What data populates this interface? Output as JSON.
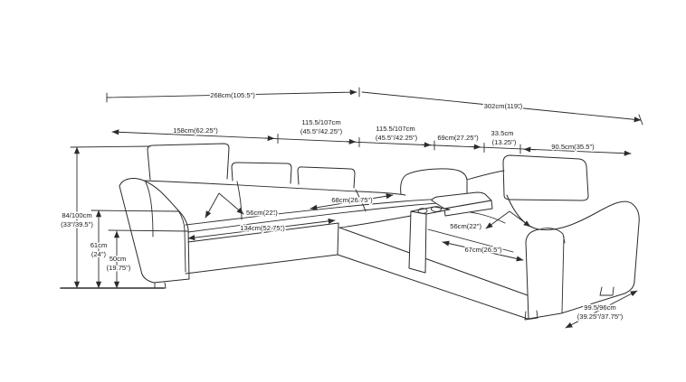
{
  "figure": {
    "name": "corner-sectional-sofa-dimension-drawing",
    "background": "#ffffff",
    "line_color": "#2b2b2b",
    "text_color": "#1a1a1a"
  },
  "dims": {
    "overall_width_left": "268cm(105.5\")",
    "overall_width_right": "302cm(119\")",
    "seg_left_arm": "158cm(62.25\")",
    "seg_seat1_line1": "115.5/107cm",
    "seg_seat1_line2": "(45.5\"/42.25\")",
    "seg_seat2_line1": "115.5/107cm",
    "seg_seat2_line2": "(45.5\"/42.25\")",
    "seg_corner": "69cm(27.25\")",
    "seg_console_line1": "33.5cm",
    "seg_console_line2": "(13.25\")",
    "seg_right": "90.5cm(35.5\")",
    "height_back_line1": "84/100cm",
    "height_back_line2": "(33\"/39.5\")",
    "height_arm_line1": "61cm",
    "height_arm_line2": "(24\")",
    "height_seat_line1": "50cm",
    "height_seat_line2": "(19.75\")",
    "seat_depth_left": "56cm(22\")",
    "seat_width_left": "134cm(52.75\")",
    "seat_width_corner": "68cm(26.75\")",
    "seat_depth_right": "56cm(22\")",
    "seat_width_right": "67cm(26.5\")",
    "depth_overall_line1": "99.5/96cm",
    "depth_overall_line2": "(39.25\"/37.75\")"
  }
}
